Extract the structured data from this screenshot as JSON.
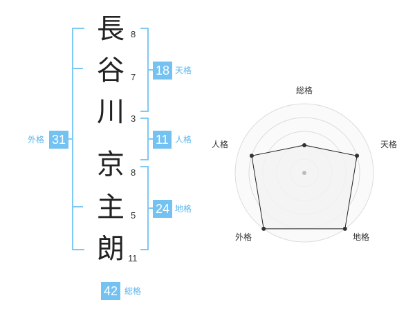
{
  "name": {
    "chars": [
      "長",
      "谷",
      "川",
      "京",
      "主",
      "朗"
    ],
    "strokes": [
      "8",
      "7",
      "3",
      "8",
      "5",
      "11"
    ]
  },
  "fortune": {
    "tenkaku": {
      "value": "18",
      "label": "天格"
    },
    "jinkaku": {
      "value": "11",
      "label": "人格"
    },
    "chikaku": {
      "value": "24",
      "label": "地格"
    },
    "gaikaku": {
      "value": "31",
      "label": "外格"
    },
    "soukaku": {
      "value": "42",
      "label": "総格"
    }
  },
  "radar": {
    "labels": {
      "soukaku": "総格",
      "tenkaku": "天格",
      "chikaku": "地格",
      "gaikaku": "外格",
      "jinkaku": "人格"
    },
    "levels": 5,
    "values": {
      "soukaku": 2,
      "tenkaku": 4,
      "chikaku": 5,
      "gaikaku": 5,
      "jinkaku": 4
    },
    "colors": {
      "ring": "#dcdcdc",
      "fill": "#f2f2f2",
      "line": "#222222",
      "point": "#333333",
      "center": "#bbbbbb"
    }
  }
}
